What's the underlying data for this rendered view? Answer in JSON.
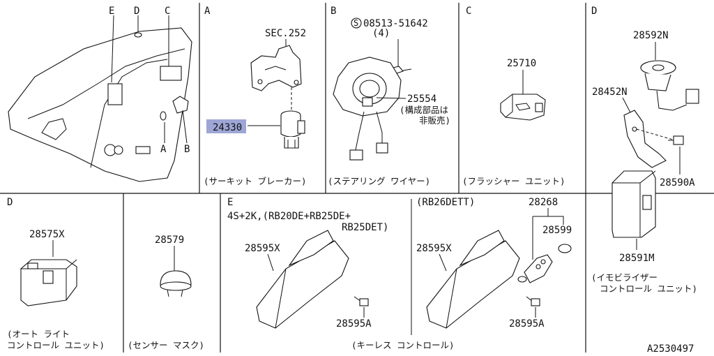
{
  "sections": {
    "overview": {
      "labels": [
        "E",
        "D",
        "C",
        "A",
        "B"
      ]
    },
    "a": {
      "letter": "A",
      "ref": "SEC.252",
      "part": "24330",
      "caption": "(サーキット ブレーカー)"
    },
    "b": {
      "letter": "B",
      "bolt": "08513-51642",
      "qty": "(4)",
      "part": "25554",
      "note1": "(構成部品は",
      "note2": "非販売)",
      "caption": "(ステアリング ワイヤー)"
    },
    "c": {
      "letter": "C",
      "part": "25710",
      "caption": "(フラッシャー ユニット)"
    },
    "d": {
      "letter": "D",
      "p1": "28592N",
      "p2": "28452N",
      "p3": "28590A",
      "p4": "28591M",
      "caption1": "(イモビライザー",
      "caption2": "コントロール ユニット)"
    },
    "d2": {
      "letter": "D",
      "part": "28575X",
      "caption1": "(オート ライト",
      "caption2": "コントロール ユニット)"
    },
    "sensor": {
      "part": "28579",
      "caption": "(センサー マスク)"
    },
    "e": {
      "letter": "E",
      "variant1a": "4S+2K,(RB20DE+RB25DE+",
      "variant1b": "RB25DET)",
      "unit": "28595X",
      "bolt": "28595A",
      "variant2": "(RB26DETT)",
      "unit2": "28595X",
      "key": "28268",
      "battery": "28599",
      "bolt2": "28595A",
      "caption": "(キーレス コントロール)"
    },
    "doc_code": "A2530497"
  },
  "colors": {
    "highlight": "#9ea6d6",
    "line": "#111111"
  }
}
